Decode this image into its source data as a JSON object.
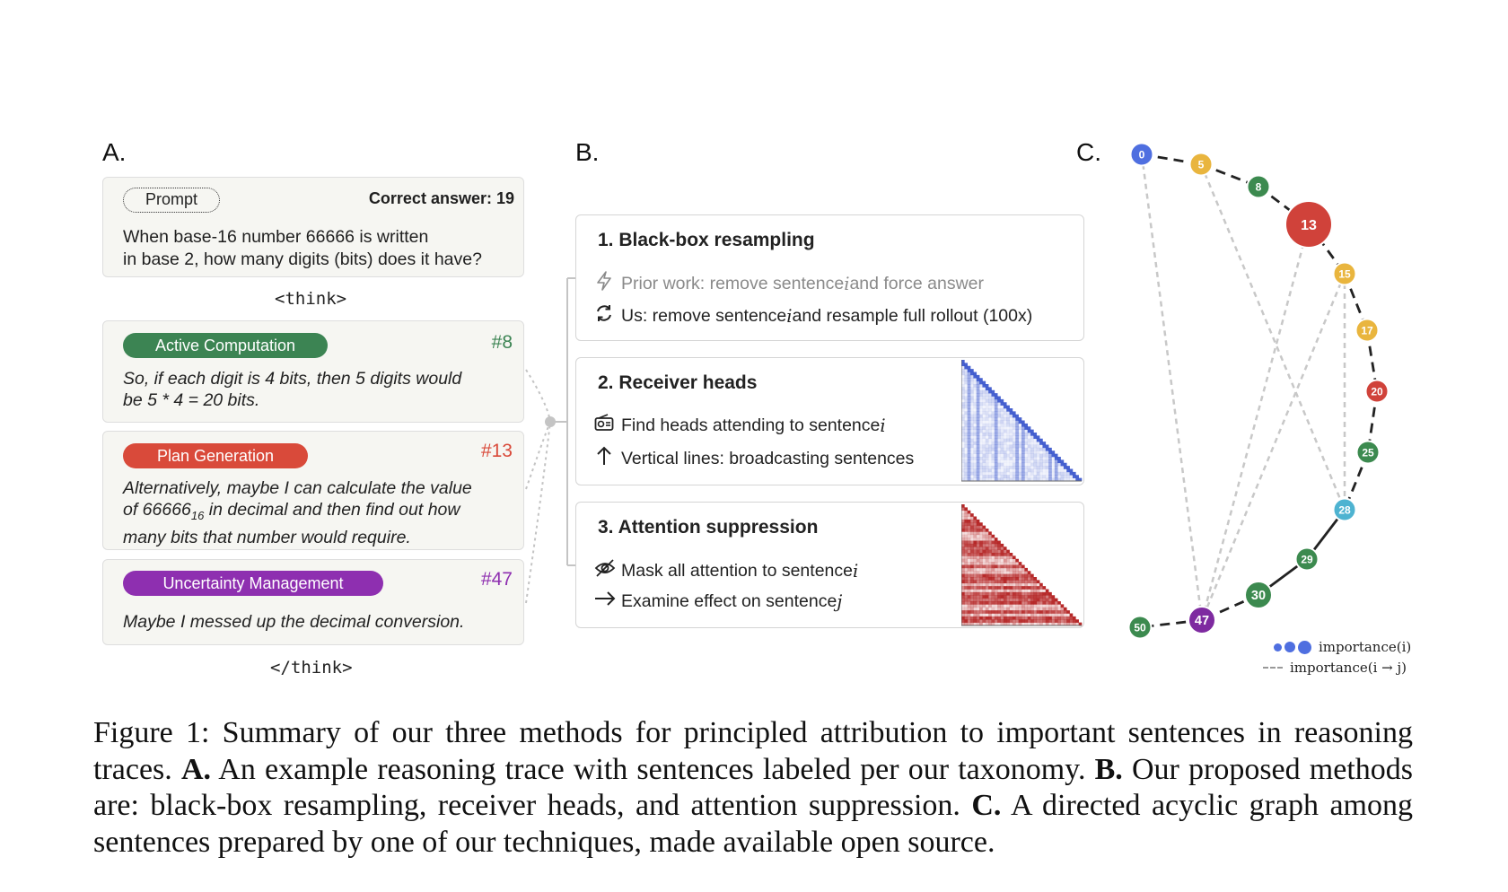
{
  "panels": {
    "a": "A.",
    "b": "B.",
    "c": "C."
  },
  "prompt_card": {
    "label": "Prompt",
    "answer": "Correct answer: 19",
    "line1": "When base-16 number 66666 is written",
    "line2": "in base 2, how many digits (bits) does it have?"
  },
  "think_open": "<think>",
  "think_close": "</think>",
  "steps": [
    {
      "tag": "Active Computation",
      "num": "#8",
      "color": "#3c8453",
      "lines": [
        "So, if each digit is 4 bits, then 5 digits would",
        "be 5 * 4 = 20 bits."
      ]
    },
    {
      "tag": "Plan Generation",
      "num": "#13",
      "color": "#d94a3a",
      "line1": "Alternatively, maybe I can calculate the value",
      "line2_pre": "of 66666",
      "line2_sub": "16",
      "line2_post": " in decimal and then find out how",
      "line3": "many bits that number would require."
    },
    {
      "tag": "Uncertainty Management",
      "num": "#47",
      "color": "#8e2fb0",
      "lines": [
        "Maybe I messed up the decimal conversion."
      ]
    }
  ],
  "methods": [
    {
      "title": "1. Black-box resampling",
      "lines": [
        {
          "icon": "lightning-icon",
          "pre": "Prior work: remove sentence ",
          "var": "i",
          "post": " and force answer",
          "gray": true
        },
        {
          "icon": "refresh-icon",
          "pre": "Us: remove sentence ",
          "var": "i",
          "post": " and resample full rollout (100x)"
        }
      ]
    },
    {
      "title": "2. Receiver heads",
      "lines": [
        {
          "icon": "radio-icon",
          "pre": "Find heads attending to sentence ",
          "var": "i",
          "post": ""
        },
        {
          "icon": "arrow-up-icon",
          "pre": "Vertical lines: broadcasting sentences",
          "var": "",
          "post": ""
        }
      ]
    },
    {
      "title": "3. Attention suppression",
      "lines": [
        {
          "icon": "eye-off-icon",
          "pre": "Mask all attention to sentence ",
          "var": "i",
          "post": ""
        },
        {
          "icon": "arrow-right-icon",
          "pre": "Examine effect on sentence ",
          "var": "j",
          "post": ""
        }
      ]
    }
  ],
  "graph": {
    "nodes": [
      {
        "id": "0",
        "color": "#4f6fe0",
        "importance": "small"
      },
      {
        "id": "5",
        "color": "#e9b53e",
        "importance": "small"
      },
      {
        "id": "8",
        "color": "#3c8a4f",
        "importance": "small"
      },
      {
        "id": "13",
        "color": "#d0423a",
        "importance": "large"
      },
      {
        "id": "15",
        "color": "#e9b53e",
        "importance": "small"
      },
      {
        "id": "17",
        "color": "#e9b53e",
        "importance": "small"
      },
      {
        "id": "20",
        "color": "#d0423a",
        "importance": "small"
      },
      {
        "id": "25",
        "color": "#3c8a4f",
        "importance": "small"
      },
      {
        "id": "28",
        "color": "#4eb3d1",
        "importance": "small"
      },
      {
        "id": "29",
        "color": "#3c8a4f",
        "importance": "small"
      },
      {
        "id": "30",
        "color": "#3c8a4f",
        "importance": "medium"
      },
      {
        "id": "47",
        "color": "#7e2aa0",
        "importance": "medium"
      },
      {
        "id": "50",
        "color": "#3c8a4f",
        "importance": "small"
      }
    ],
    "legend_node": "importance(i)",
    "legend_edge": "importance(i → j)",
    "legend_dot_colors": [
      "#4f6fe0",
      "#4f6fe0",
      "#4f6fe0"
    ]
  },
  "caption": {
    "prefix": "Figure 1: Summary of our three methods for principled attribution to important sentences in reasoning traces.",
    "a_label": "A.",
    "a_text": "An example reasoning trace with sentences labeled per our taxonomy.",
    "b_label": "B.",
    "b_text": "Our proposed methods are: black-box resampling, receiver heads, and attention suppression.",
    "c_label": "C.",
    "c_text": "A directed acyclic graph among sentences prepared by one of our techniques, made available open source."
  }
}
